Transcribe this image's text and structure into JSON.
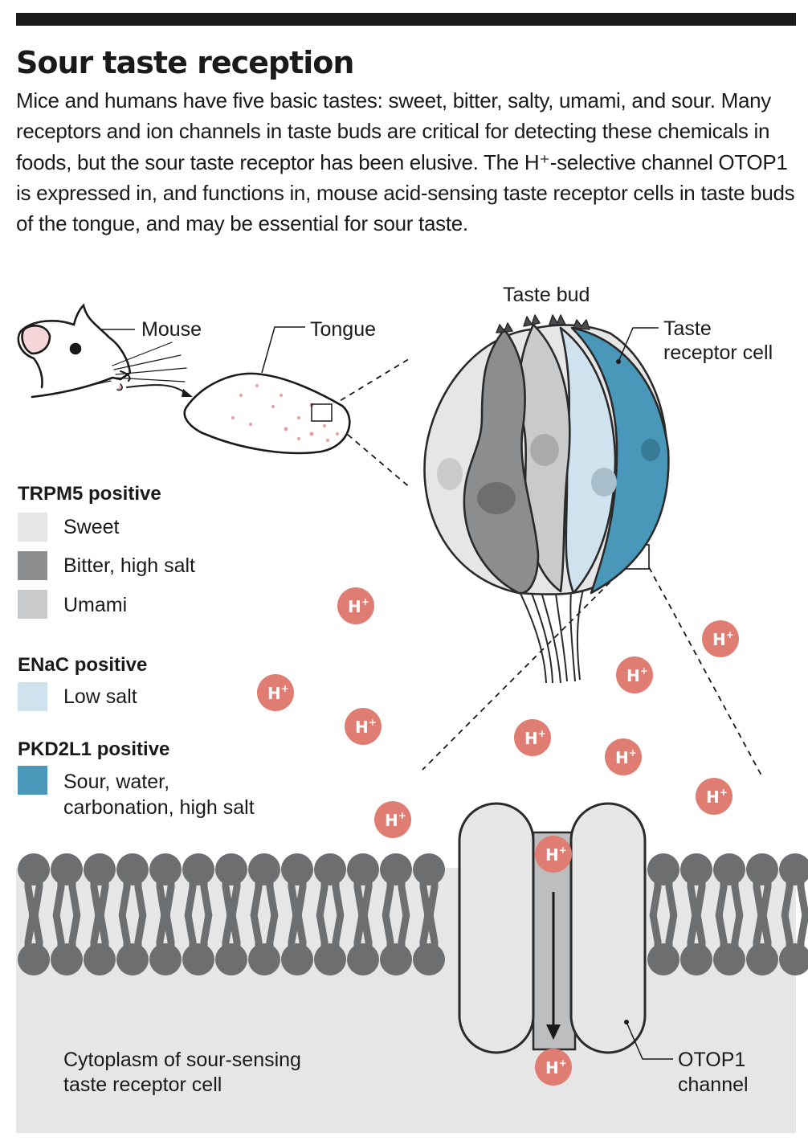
{
  "header": {
    "title": "Sour taste reception",
    "intro": "Mice and humans have five basic tastes: sweet, bitter, salty, umami, and sour. Many receptors and ion channels in taste buds are critical for detecting these chemicals in foods, but the sour taste receptor has been elusive. The H⁺-selective channel OTOP1 is expressed in, and functions in, mouse acid-sensing taste receptor cells in taste buds of the tongue, and may be essential for sour taste."
  },
  "labels": {
    "mouse": "Mouse",
    "tongue": "Tongue",
    "taste_bud": "Taste bud",
    "taste_receptor_line1": "Taste",
    "taste_receptor_line2": "receptor cell",
    "cytoplasm_line1": "Cytoplasm of sour-sensing",
    "cytoplasm_line2": "taste receptor cell",
    "otop1_line1": "OTOP1",
    "otop1_line2": "channel",
    "proton": "H",
    "proton_charge": "+"
  },
  "legend": {
    "groups": [
      {
        "heading": "TRPM5 positive",
        "items": [
          {
            "label": "Sweet",
            "color": "#e6e6e7"
          },
          {
            "label": "Bitter, high salt",
            "color": "#8c8d8f"
          },
          {
            "label": "Umami",
            "color": "#c9cacb"
          }
        ]
      },
      {
        "heading": "ENaC positive",
        "items": [
          {
            "label": "Low salt",
            "color": "#cfe3ef"
          }
        ]
      },
      {
        "heading": "PKD2L1 positive",
        "items": [
          {
            "label_line1": "Sour, water,",
            "label_line2": "carbonation, high salt",
            "color": "#4a98b9"
          }
        ]
      }
    ]
  },
  "colors": {
    "proton": "#e07d72",
    "membrane": "#6d6e70",
    "cytoplasm": "#e6e6e7",
    "channel_fill": "#e6e6e7",
    "pore": "#bdbec0",
    "sour_cell": "#4a98b9",
    "tongue_dots": "#e8a0a6"
  }
}
